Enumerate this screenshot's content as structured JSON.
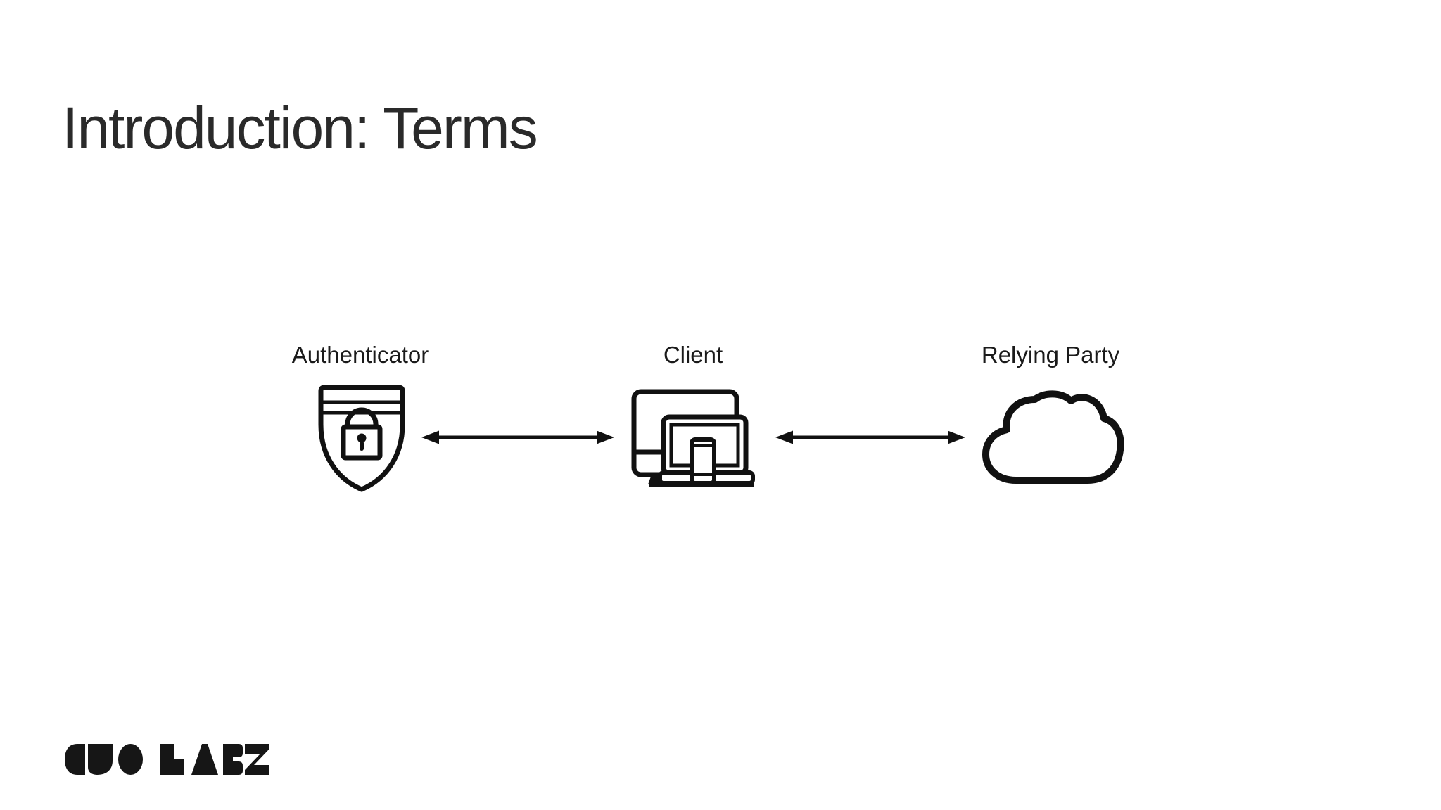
{
  "slide": {
    "title": "Introduction: Terms",
    "background_color": "#ffffff",
    "ink_color": "#111111"
  },
  "diagram": {
    "nodes": [
      {
        "label": "Authenticator",
        "icon": "shield-lock-icon"
      },
      {
        "label": "Client",
        "icon": "devices-icon"
      },
      {
        "label": "Relying Party",
        "icon": "cloud-icon"
      }
    ],
    "connections": [
      {
        "from": "Authenticator",
        "to": "Client",
        "style": "double-headed-arrow"
      },
      {
        "from": "Client",
        "to": "Relying Party",
        "style": "double-headed-arrow"
      }
    ]
  },
  "footer": {
    "logo_text": "DUO LABS"
  }
}
